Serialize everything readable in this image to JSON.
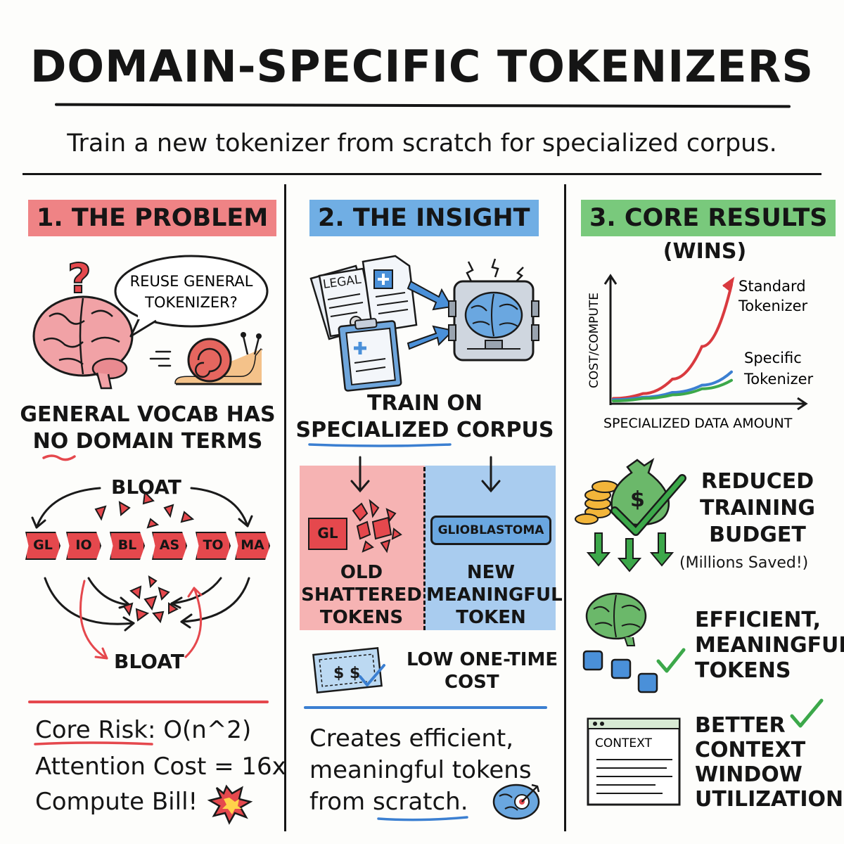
{
  "title": "DOMAIN-SPECIFIC TOKENIZERS",
  "subtitle": "Train a new tokenizer from scratch for specialized corpus.",
  "colors": {
    "red": "#e5484d",
    "blue": "#4a90d9",
    "green": "#3ca84a",
    "ink": "#151515"
  },
  "problem": {
    "header": "1. THE PROBLEM",
    "bubble_line1": "REUSE GENERAL",
    "bubble_line2": "TOKENIZER?",
    "caption_line1": "GENERAL VOCAB HAS",
    "caption_no": "NO",
    "caption_line2_rest": " DOMAIN TERMS",
    "bloat_top": "BLOAT",
    "bloat_bottom": "BLOAT",
    "tokens": [
      "GL",
      "IO",
      "BL",
      "AS",
      "TO",
      "MA"
    ],
    "risk_label": "Core Risk",
    "risk_value": ": O(n^2)",
    "risk_line2": "Attention Cost = 16x",
    "risk_line3": "Compute Bill!",
    "icons": [
      "question-mark-icon",
      "brain-icon",
      "snail-icon",
      "explosion-icon"
    ]
  },
  "insight": {
    "header": "2. THE INSIGHT",
    "doc_label": "LEGAL",
    "train_line1": "TRAIN ON",
    "train_line2_a": "SPECIALIZED",
    "train_line2_b": " CORPUS",
    "old_token": "GL",
    "old_line1": "OLD",
    "old_line2": "SHATTERED",
    "old_line3": "TOKENS",
    "new_token": "GLIOBLASTOMA",
    "new_line1": "NEW",
    "new_line2": "MEANINGFUL",
    "new_line3": "TOKEN",
    "cost_line1": "LOW ONE-TIME",
    "cost_line2": "COST",
    "money_symbol": "$ $",
    "summary_line1": "Creates efficient,",
    "summary_line2": "meaningful tokens",
    "summary_line3_a": "from ",
    "summary_line3_b": "scratch",
    "summary_line3_c": ".",
    "icons": [
      "legal-document-icon",
      "medical-document-icon",
      "clipboard-icon",
      "brain-chip-icon",
      "money-check-icon",
      "brain-target-icon"
    ]
  },
  "results": {
    "header": "3. CORE RESULTS",
    "subheader": "(WINS)",
    "chart_data": {
      "type": "line",
      "xlabel": "SPECIALIZED DATA AMOUNT",
      "ylabel": "COST/COMPUTE",
      "series": [
        {
          "name": "Standard Tokenizer",
          "color": "#d93a3f",
          "x": [
            0,
            0.25,
            0.5,
            0.75,
            1.0
          ],
          "values": [
            0.02,
            0.06,
            0.18,
            0.45,
            0.96
          ]
        },
        {
          "name": "Specific Tokenizer",
          "color": "#3b7fd1",
          "x": [
            0,
            0.25,
            0.5,
            0.75,
            1.0
          ],
          "values": [
            0.01,
            0.03,
            0.07,
            0.13,
            0.24
          ]
        },
        {
          "name": "",
          "color": "#3ca84a",
          "x": [
            0,
            0.25,
            0.5,
            0.75,
            1.0
          ],
          "values": [
            0.0,
            0.02,
            0.05,
            0.1,
            0.17
          ]
        }
      ],
      "legend_line1": [
        "Standard",
        "Tokenizer"
      ],
      "legend_line2": [
        "Specific",
        "Tokenizer"
      ]
    },
    "budget_line1": "REDUCED",
    "budget_line2": "TRAINING",
    "budget_line3": "BUDGET",
    "budget_note": "(Millions Saved!)",
    "eff_line1": "EFFICIENT,",
    "eff_line2": "MEANINGFUL",
    "eff_line3": "TOKENS",
    "ctx_label": "CONTEXT",
    "ctx_line1": "BETTER",
    "ctx_line2": "CONTEXT",
    "ctx_line3": "WINDOW",
    "ctx_line4": "UTILIZATION",
    "icons": [
      "money-bag-icon",
      "coins-icon",
      "checkmark-icon",
      "down-arrow-icon",
      "brain-icon",
      "token-blocks-icon",
      "context-window-icon"
    ]
  }
}
